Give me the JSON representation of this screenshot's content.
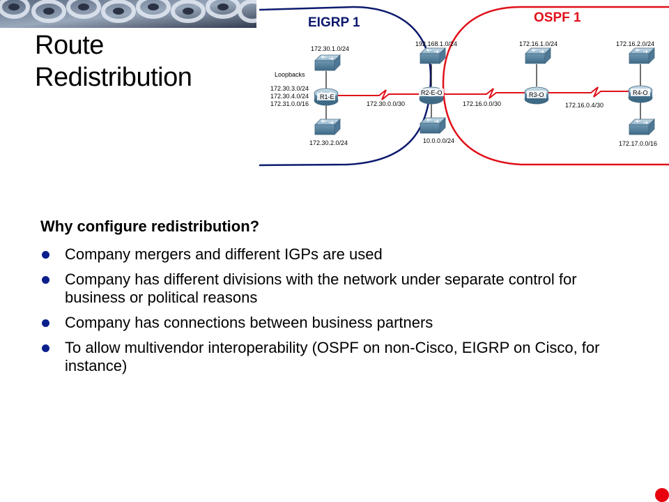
{
  "slide": {
    "title_line1": "Route",
    "title_line2": "Redistribution",
    "question": "Why configure redistribution?",
    "bullets": [
      "Company mergers and different IGPs are used",
      "Company has different divisions with the network under separate control for business or political reasons",
      "Company has connections between business partners",
      "To allow multivendor interoperability (OSPF on non-Cisco, EIGRP on Cisco, for instance)"
    ]
  },
  "diagram": {
    "domains": {
      "eigrp": "EIGRP 1",
      "ospf": "OSPF 1"
    },
    "routers": {
      "r1": "R1-E",
      "r2": "R2-E-O",
      "r3": "R3-O",
      "r4": "R4-O"
    },
    "loopbacks_title": "Loopbacks",
    "loopbacks": [
      "172.30.3.0/24",
      "172.30.4.0/24",
      "172.31.0.0/16"
    ],
    "networks": {
      "r1_top": "172.30.1.0/24",
      "r1_bottom": "172.30.2.0/24",
      "r2_top": "192.168.1.0/24",
      "r2_bottom": "10.0.0.0/24",
      "r3_top": "172.16.1.0/24",
      "r4_top": "172.16.2.0/24",
      "r4_bottom": "172.17.0.0/16",
      "link_r1_r2": "172.30.0.0/30",
      "link_r2_r3": "172.16.0.0/30",
      "link_r3_r4": "172.16.0.4/30"
    },
    "colors": {
      "eigrp": "#0d1a6e",
      "ospf": "#e0101a",
      "link": "#e0101a",
      "device": "#7fa9c2"
    }
  }
}
